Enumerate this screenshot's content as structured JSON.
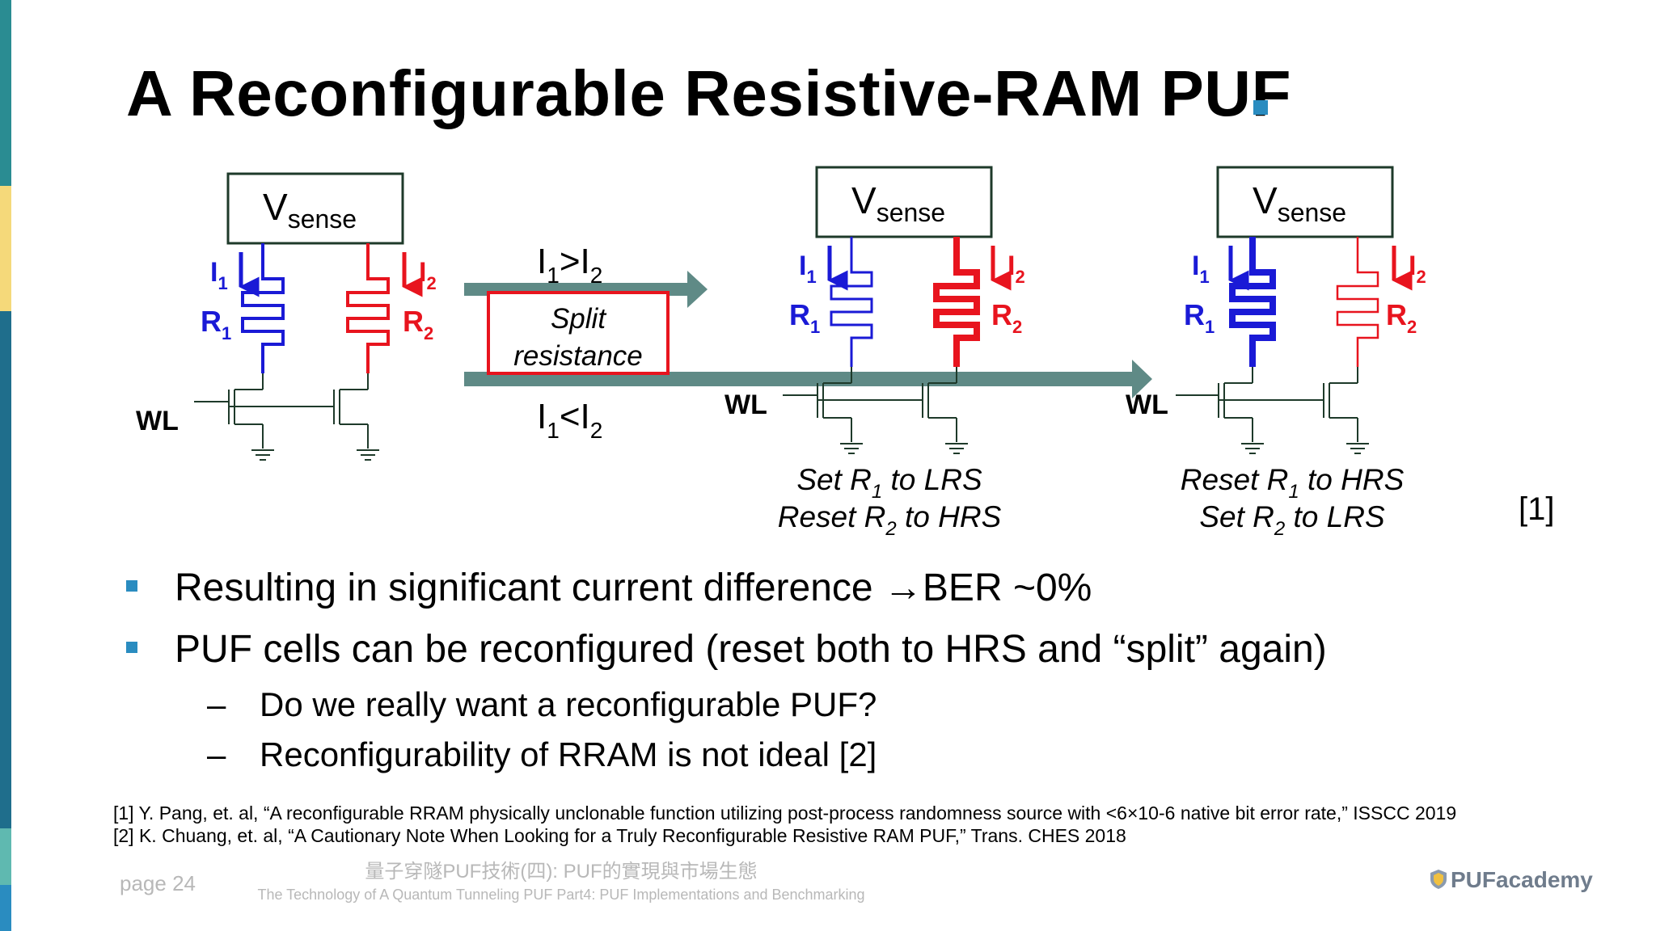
{
  "slide": {
    "title": "A Reconfigurable Resistive-RAM PUF",
    "reference_tag": "[1]"
  },
  "diagram": {
    "vsense_main": "V",
    "vsense_sub": "sense",
    "current_1": "I",
    "current_1_sub": "1",
    "current_2": "I",
    "current_2_sub": "2",
    "resistor_1": "R",
    "resistor_1_sub": "1",
    "resistor_2": "R",
    "resistor_2_sub": "2",
    "wordline": "WL",
    "cond_gt": ">",
    "cond_lt": "<",
    "split_line1": "Split",
    "split_line2": "resistance",
    "case_a_line1_pre": "Set R",
    "case_a_line1_post": " to LRS",
    "case_a_line2_pre": "Reset R",
    "case_a_line2_post": " to HRS",
    "case_b_line1_pre": "Reset R",
    "case_b_line1_post": " to HRS",
    "case_b_line2_pre": "Set R",
    "case_b_line2_post": " to LRS"
  },
  "bullets": [
    "Resulting in significant current difference →BER ~0%",
    "PUF cells can be reconfigured (reset both to HRS and “split” again)"
  ],
  "sub_bullets": [
    "Do we really want a reconfigurable PUF?",
    "Reconfigurability of RRAM is not ideal [2]"
  ],
  "sub_bullet_mark": "–",
  "references": [
    "[1] Y. Pang, et. al, “A reconfigurable RRAM physically unclonable function utilizing post-process randomness source with <6×10-6 native bit error rate,” ISSCC 2019",
    "[2] K. Chuang, et. al, “A Cautionary Note When Looking for a Truly Reconfigurable Resistive RAM PUF,” Trans. CHES 2018"
  ],
  "footer": {
    "page": "page 24",
    "title_zh": "量子穿隧PUF技術(四): PUF的實現與市場生態",
    "title_en": "The Technology of A Quantum Tunneling PUF Part4: PUF Implementations and Benchmarking",
    "logo": "PUFacademy"
  },
  "colors": {
    "blue": "#1a1ad6",
    "red": "#e8141e",
    "arrow": "#5f8a86",
    "bullet": "#2a8cc0",
    "box_border": "#1e3a2a"
  }
}
